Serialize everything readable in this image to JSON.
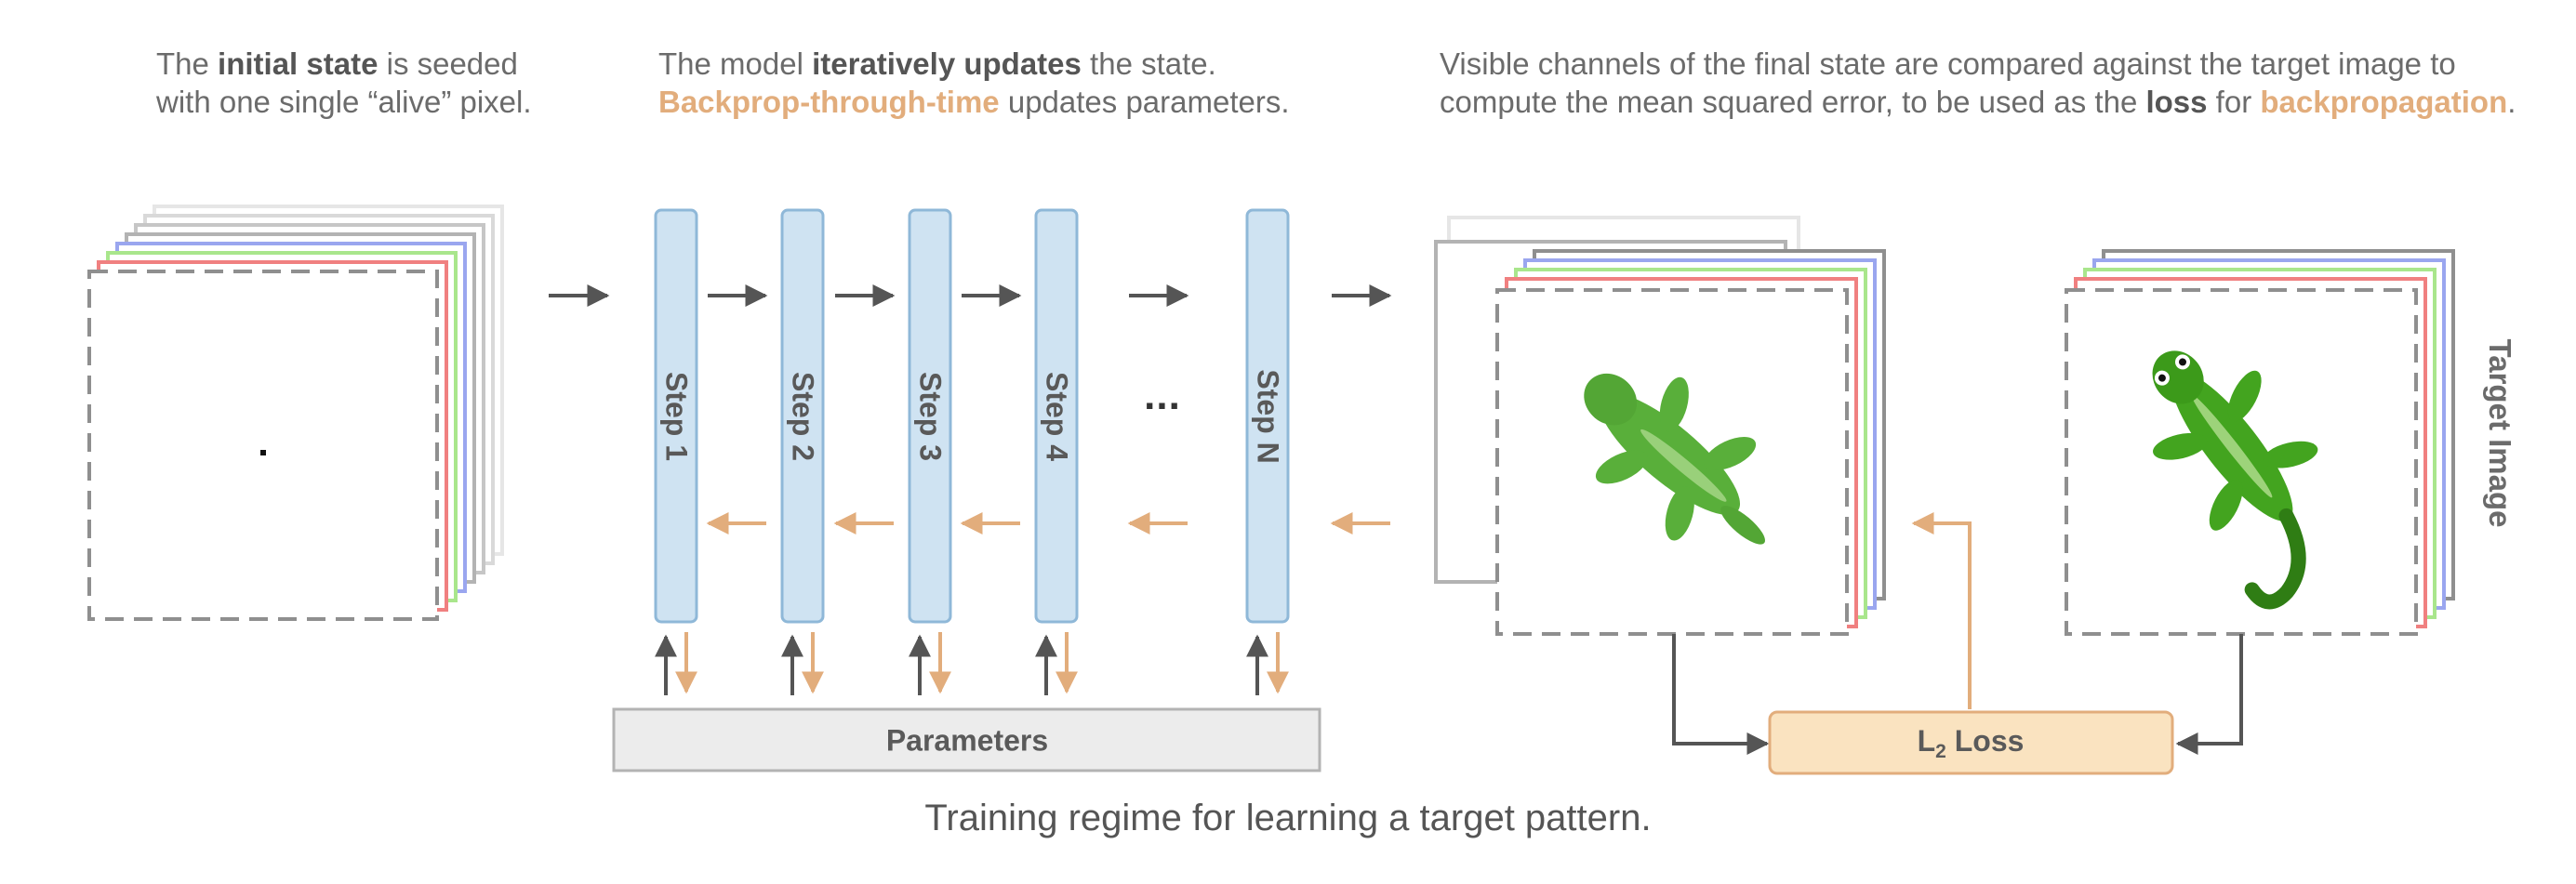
{
  "captions": {
    "left": {
      "line1_pre": "The ",
      "line1_bold": "initial state",
      "line1_post": " is seeded",
      "line2": "with one single “alive” pixel."
    },
    "middle": {
      "line1_pre": "The model ",
      "line1_bold": "iteratively updates",
      "line1_post": " the state.",
      "line2_accent": "Backprop-through-time",
      "line2_post": " updates parameters."
    },
    "right": {
      "line1": "Visible channels of the final state are compared against the target image to",
      "line2_pre": "compute the mean squared error, to be used as the ",
      "line2_bold": "loss",
      "line2_mid": " for ",
      "line2_accent": "backpropagation",
      "line2_end": "."
    }
  },
  "steps": [
    "Step 1",
    "Step 2",
    "Step 3",
    "Step 4",
    "Step N"
  ],
  "ellipsis": "...",
  "parameters_label": "Parameters",
  "loss_label_main": "L",
  "loss_label_sub": "2",
  "loss_label_rest": " Loss",
  "target_label": "Target Image",
  "figure_caption": "Training regime for learning a target pattern.",
  "colors": {
    "step_fill": "#cfe3f2",
    "step_stroke": "#8fb8d8",
    "forward_arrow": "#555555",
    "backprop_arrow": "#e2ad7c",
    "loss_fill": "#fae3c0",
    "loss_stroke": "#e2ad7c",
    "params_fill": "#ececec",
    "params_stroke": "#b3b3b3",
    "channel_red": "#f08080",
    "channel_green": "#a9e68c",
    "channel_blue": "#9aa6ef",
    "channel_gray": "#8f8f8f",
    "channel_light": "#d3d3d3",
    "lizard_green": "#43a41f",
    "lizard_dark": "#2f7d14",
    "lizard_light": "#9dd37a"
  }
}
